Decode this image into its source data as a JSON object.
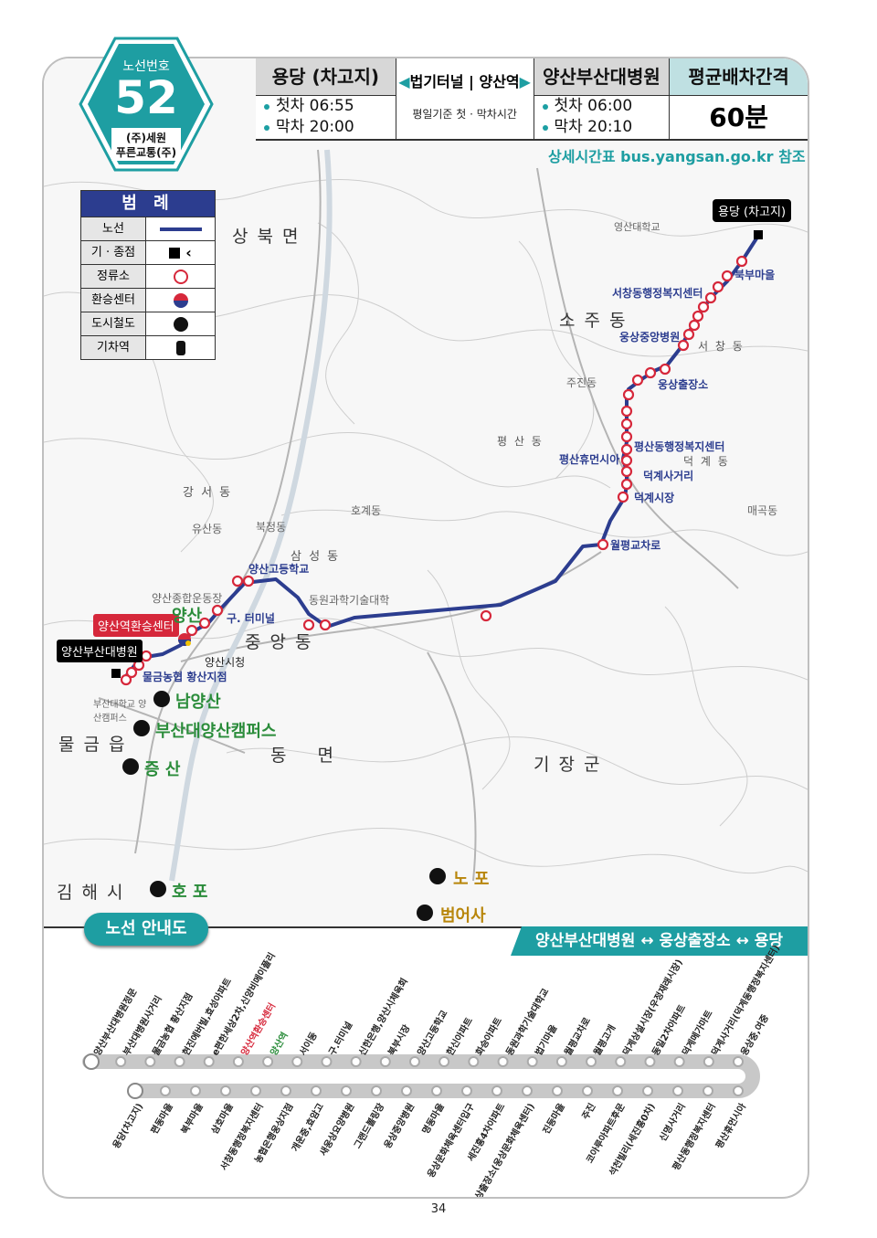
{
  "route": {
    "label": "노선번호",
    "number": "52",
    "operator_1": "(주)세원",
    "operator_2": "푸른교통(주)"
  },
  "schedule": {
    "origin_name": "용당 (차고지)",
    "origin_first": "첫차 06:55",
    "origin_last": "막차 20:00",
    "via_left": "법기터널",
    "via_right": "양산역",
    "basis_note": "평일기준 첫 · 막차시간",
    "dest_name": "양산부산대병원",
    "dest_first": "첫차 06:00",
    "dest_last": "막차 20:10",
    "interval_label": "평균배차간격",
    "interval_value": "60분",
    "detail_note": "상세시간표 bus.yangsan.go.kr 참조"
  },
  "legend": {
    "title": "범 례",
    "items": [
      {
        "key": "노선",
        "icon": "route-line-icon"
      },
      {
        "key": "기 · 종점",
        "icon": "terminal-icon"
      },
      {
        "key": "정류소",
        "icon": "bus-stop-icon"
      },
      {
        "key": "환승센터",
        "icon": "transfer-center-icon"
      },
      {
        "key": "도시철도",
        "icon": "subway-icon"
      },
      {
        "key": "기차역",
        "icon": "train-icon"
      }
    ]
  },
  "map_labels": {
    "districts": [
      "상 북 면",
      "소 주 동",
      "평 산 동",
      "강 서 동",
      "삼 성 동",
      "중 앙 동",
      "물 금 읍",
      "동 면",
      "기 장 군",
      "김 해 시",
      "서 창 동",
      "덕 계 동"
    ],
    "places": [
      "영산대학교",
      "주진동",
      "북정동",
      "유산동",
      "호계동",
      "매곡동",
      "양산종합운동장",
      "양산시청",
      "부산대학교 양산캠퍼스",
      "동원과학기술대학"
    ],
    "stops_on_map": [
      "용당 (차고지)",
      "북부마을",
      "서창동행정복지센터",
      "웅상중앙병원",
      "웅상출장소",
      "평산동행정복지센터",
      "평산휴먼시아",
      "덕계사거리",
      "덕계시장",
      "월평교차로",
      "양산고등학교",
      "구. 터미널",
      "양산역환승센터",
      "양산부산대병원",
      "물금농협 황산지점"
    ],
    "stations": [
      "양산",
      "남양산",
      "부산대양산캠퍼스",
      "증 산",
      "호 포",
      "노 포",
      "범어사"
    ]
  },
  "guide": {
    "title": "노선 안내도",
    "route_summary": "양산부산대병원 ↔ 웅상출장소 ↔ 용당",
    "top_row": [
      "양산부산대병원정문",
      "부산대병원사거리",
      "물금농협 황산지점",
      "현진에버빌,효성아파트",
      "e편한세상2차,신양비메이플리",
      "양산역환승센터",
      "양산역",
      "서이동",
      "구.터미널",
      "신한은행,양산시체육회",
      "북부시장",
      "양산고등학교",
      "한신아파트",
      "화승아파트",
      "동원과학기술대학교",
      "법기마을",
      "월평교차로",
      "월평고개",
      "덕계상설시장(우정재래시장)",
      "동일2차아파트",
      "덕계메가마트",
      "덕계사거리(덕계동행정복지센터)",
      "웅상중,여중"
    ],
    "bottom_row": [
      "용당(차고지)",
      "편동마을",
      "북부마을",
      "삼호마을",
      "서창동행정복지센터",
      "농협은행웅상지점",
      "개운중,효암고",
      "새웅상요양병원",
      "그랜드볼링장",
      "웅상중앙병원",
      "명동마을",
      "웅상문화체육센터입구",
      "세진흥4차아파트",
      "웅상출장소(웅상문화체육센터)",
      "진등마을",
      "주진",
      "코아루아파트후문",
      "석천빌리(세진흥0차)",
      "신명사거리",
      "평산동행정복지센터",
      "평산휴먼시아"
    ]
  },
  "colors": {
    "teal": "#1e9ea2",
    "route_blue": "#2c3d8f",
    "stop_red": "#d6283b"
  },
  "page_number": "34"
}
